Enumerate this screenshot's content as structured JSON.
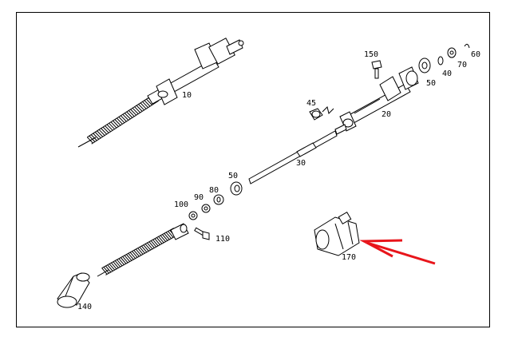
{
  "diagram": {
    "callouts": [
      "10",
      "20",
      "30",
      "40",
      "45",
      "50",
      "50",
      "60",
      "70",
      "80",
      "90",
      "100",
      "110",
      "140",
      "150",
      "170"
    ],
    "highlight": {
      "part_label": "170",
      "arrow_color": "#e8151b"
    }
  }
}
